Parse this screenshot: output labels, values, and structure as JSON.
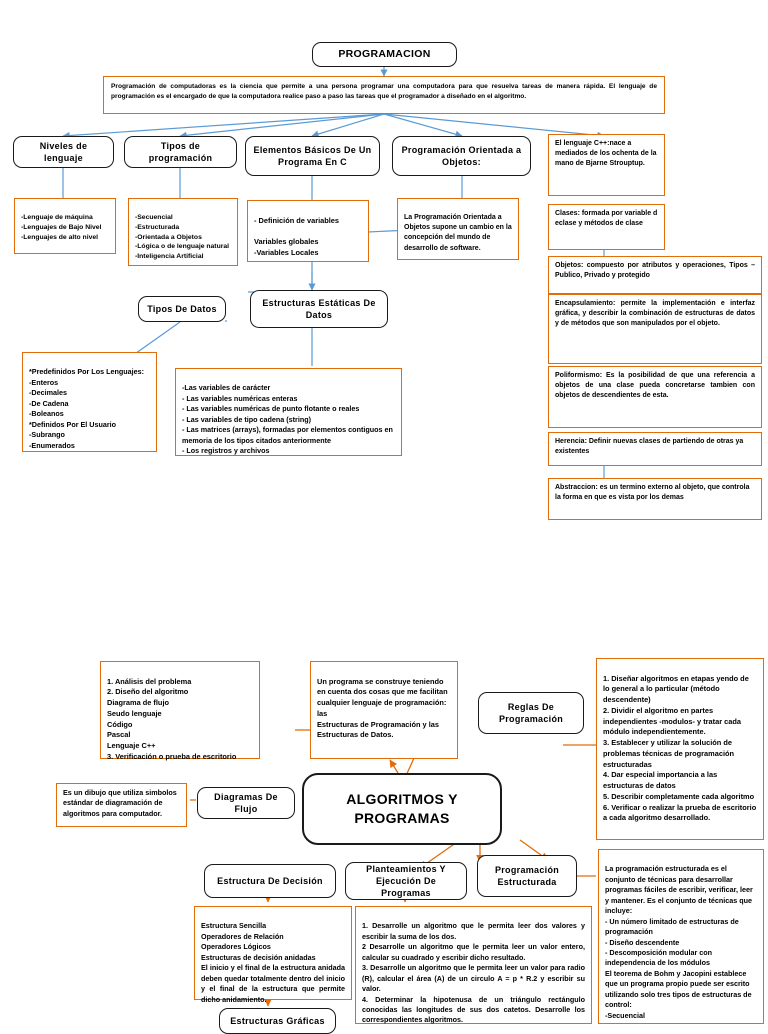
{
  "colors": {
    "node_border": "#1a1a1a",
    "box_border": "#E36C0A",
    "link_blue": "#5B9BD5",
    "link_orange": "#E36C0A"
  },
  "map1": {
    "title": "PROGRAMACION",
    "intro": "Programación de computadoras es la ciencia que permite a una persona programar una computadora para que resuelva tareas de manera rápida. El lenguaje de programación es el encargado de que la computadora realice paso a paso las tareas que el programador a diseñado en el algoritmo.",
    "n_niveles": "Niveles de lenguaje",
    "n_tipos": "Tipos de programación",
    "n_elementos": "Elementos Básicos De Un Programa En C",
    "n_poo": "Programación Orientada a Objetos:",
    "n_tipos_datos": "Tipos De Datos",
    "n_estructuras": "Estructuras Estáticas De Datos",
    "b_niveles": "-Lenguaje de máquina\n-Lenguajes de Bajo Nivel\n-Lenguajes de alto nivel",
    "b_tipos": "-Secuencial\n-Estructurada\n-Orientada a Objetos\n-Lógica o de lenguaje natural\n-Inteligencia Artificial",
    "b_elementos": "- Definición de variables\n\nVariables globales\n-Variables Locales",
    "b_poo": "La Programación Orientada a Objetos supone un cambio en la concepción del mundo de desarrollo de software.",
    "b_cpp": "El lenguaje C++:nace a mediados de los ochenta de la mano de Bjarne Strouptup.",
    "b_clases": "Clases: formada por variable d eclase y métodos de clase",
    "b_objetos": "Objetos: compuesto por atributos y operaciones, Tipos – Publico, Privado y protegido",
    "b_encapsulamiento": "Encapsulamiento: permite la implementación e interfaz gráfica, y describir la combinación de estructuras de datos y de métodos que son manipulados por el objeto.",
    "b_polimorfismo": "Poliformismo: Es la posibilidad de que una referencia a objetos de una clase pueda concretarse tambien con objetos de descendientes de esta.",
    "b_herencia": "Herencia: Definir nuevas clases de partiendo de otras ya existentes",
    "b_abstraccion": "Abstraccion: es un termino externo al objeto, que controla la forma en que es vista por los demas",
    "b_tipos_datos": "*Predefinidos Por Los Lenguajes:\n-Enteros\n-Decimales\n-De Cadena\n-Boleanos\n*Definidos Por El Usuario\n-Subrango\n-Enumerados",
    "b_variables": "-Las variables de carácter\n- Las variables numéricas enteras\n- Las variables numéricas de punto flotante o reales\n- Las variables de tipo cadena (string)\n- Las matrices (arrays), formadas por elementos contiguos en memoria de los tipos citados anteriormente\n- Los registros y archivos"
  },
  "map2": {
    "center": "ALGORITMOS Y PROGRAMAS",
    "n_reglas": "Reglas De Programación",
    "n_diagramas": "Diagramas De Flujo",
    "n_decision": "Estructura De Decisión",
    "n_planteamientos": "Planteamientos Y Ejecución De Programas",
    "n_estructurada": "Programación Estructurada",
    "n_graficas": "Estructuras Gráficas",
    "b_pasos": "1. Análisis del problema\n2. Diseño del algoritmo\nDiagrama de flujo\nSeudo lenguaje\nCódigo\nPascal\nLenguaje C++\n3. Verificación o prueba de escritorio",
    "b_programa": "Un programa se construye teniendo en cuenta dos cosas que me facilitan cualquier lenguaje de programación: las\nEstructuras de Programación y las Estructuras de Datos.",
    "b_reglas": "1. Diseñar algoritmos en etapas yendo de lo general a lo particular (método descendente)\n2. Dividir el algoritmo en partes independientes -modulos- y tratar cada módulo independientemente.\n3. Establecer y utilizar la solución de problemas técnicas de programación estructuradas\n4. Dar especial importancia a las estructuras de datos\n5. Describir completamente cada algoritmo\n6. Verificar o realizar la prueba de escritorio a cada algoritmo desarrollado.",
    "b_diagramas": "Es un dibujo que utiliza simbolos estándar de diagramación de algoritmos para computador.",
    "b_decision": "Estructura Sencilla\nOperadores de Relación\nOperadores Lógicos\nEstructuras de decisión anidadas\nEl inicio y el final de la estructura anidada deben quedar totalmente dentro del inicio y el final de la estructura que permite dicho anidamiento.",
    "b_planteamientos": "1. Desarrolle un algoritmo que le permita leer dos valores y escribir la suma de los dos.\n2 Desarrolle un algoritmo que le permita leer un valor entero, calcular su cuadrado y escribir dicho resultado.\n3. Desarrolle un algoritmo que le permita leer un valor para radio (R), calcular el área (A) de un circulo A = p * R.2 y escribir su valor.\n4. Determinar la hipotenusa de un triángulo rectángulo conocidas las longitudes de sus dos catetos. Desarrolle los correspondientes algoritmos.",
    "b_estructurada": "La programación estructurada es el conjunto de técnicas para desarrollar programas fáciles de escribir, verificar, leer y mantener. Es el conjunto de técnicas que incluye:\n- Un número limitado de estructuras de programación\n- Diseño descendente\n- Descomposición modular con independencia de los módulos\nEl teorema de Bohm y Jacopini establece que un programa propio puede ser escrito utilizando solo tres tipos de estructuras de control:\n-Secuencial"
  }
}
